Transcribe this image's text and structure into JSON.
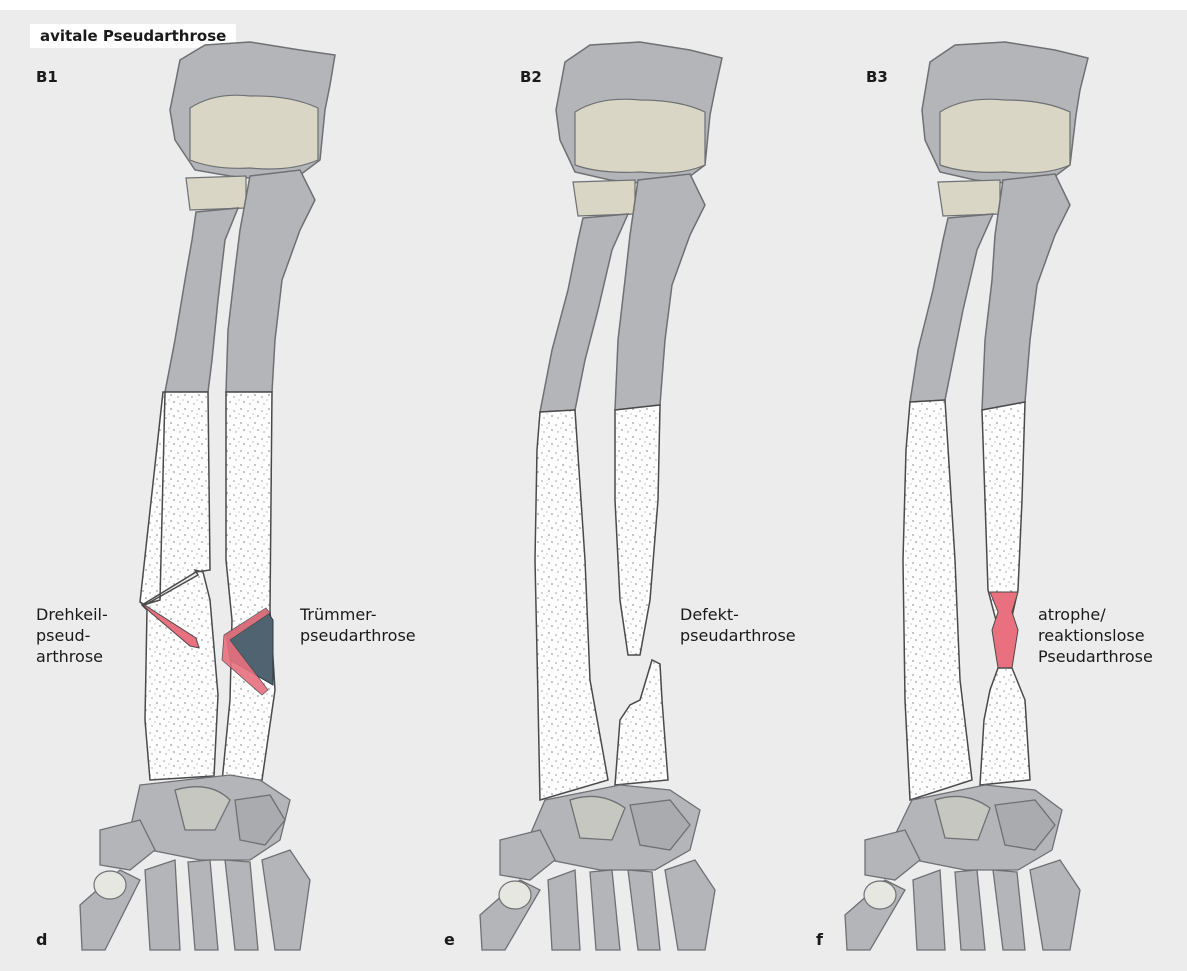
{
  "figure": {
    "title": "avitale Pseudarthrose"
  },
  "panels": [
    {
      "label": "B1",
      "sublabel": "d",
      "annotations": [
        {
          "text": "Drehkeil-\npseud-\narthrose"
        },
        {
          "text": "Trümmer-\npseudarthrose"
        }
      ]
    },
    {
      "label": "B2",
      "sublabel": "e",
      "annotations": [
        {
          "text": "Defekt-\npseudarthrose"
        }
      ]
    },
    {
      "label": "B3",
      "sublabel": "f",
      "annotations": [
        {
          "text": "atrophe/\nreaktionslose\nPseudarthrose"
        }
      ]
    }
  ],
  "colors": {
    "bone_gray": "#b3b5b8",
    "bone_dark": "#8f9194",
    "cartilage": "#d9d6c5",
    "cortex": "#ffffff",
    "fibrous_tissue": "#e8707f",
    "comminuted_fragment": "#4f6470",
    "background": "#ececec"
  }
}
